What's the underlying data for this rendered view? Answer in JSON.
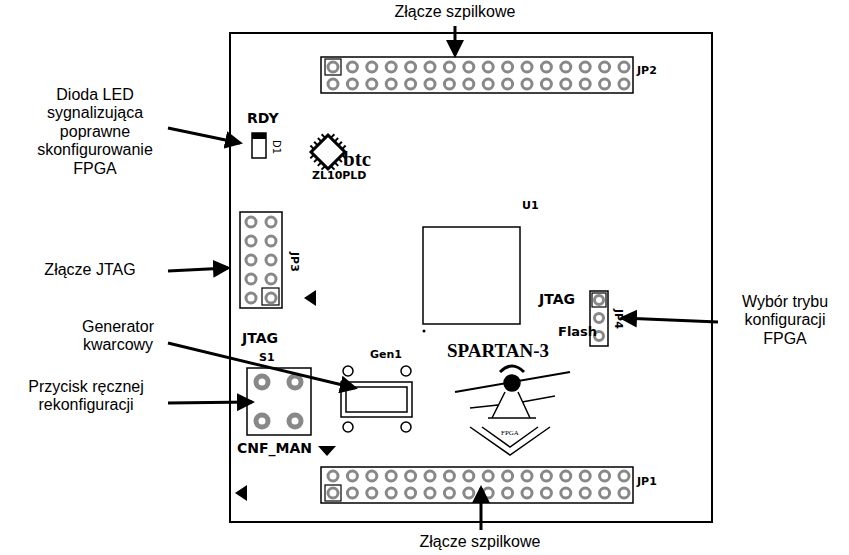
{
  "diagram": {
    "labels": [
      "Złącze szpilkowe",
      "Dioda LED sygnalizująca poprawne skonfigurowanie FPGA",
      "RDY",
      "D1",
      "btc",
      "ZL10PLD",
      "U1",
      "JP2",
      "JP3",
      "Złącze JTAG",
      "JTAG",
      "JP4",
      "Flash",
      "Wybór trybu konfiguracji FPGA",
      "Generator kwarcowy",
      "JTAG",
      "S1",
      "Gen1",
      "SPARTAN-3",
      "FPGA",
      "Przycisk ręcznej rekonfiguracji",
      "CNF_MAN",
      "JP1",
      "Złącze szpilkowe"
    ]
  }
}
